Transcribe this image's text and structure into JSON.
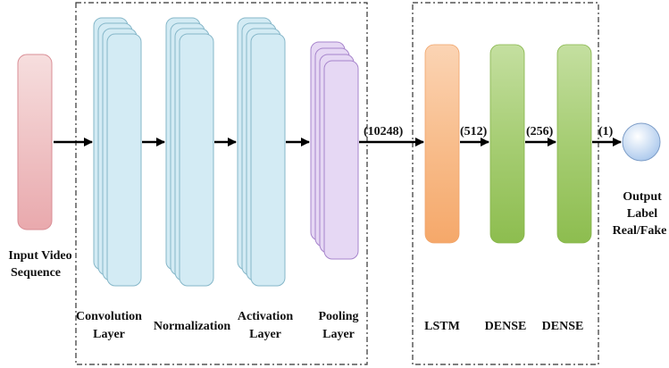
{
  "input": {
    "label_line1": "Input Video",
    "label_line2": "Sequence"
  },
  "feature_blocks": [
    {
      "label_line1": "Convolution",
      "label_line2": "Layer"
    },
    {
      "label_line1": "Normalization",
      "label_line2": ""
    },
    {
      "label_line1": "Activation",
      "label_line2": "Layer"
    },
    {
      "label_line1": "Pooling",
      "label_line2": "Layer"
    }
  ],
  "sequence_blocks": [
    {
      "label": "LSTM"
    },
    {
      "label": "DENSE"
    },
    {
      "label": "DENSE"
    }
  ],
  "dimensions": [
    "(10248)",
    "(512)",
    "(256)",
    "(1)"
  ],
  "output": {
    "label_line1": "Output",
    "label_line2": "Label",
    "label_line3": "Real/Fake"
  },
  "colors": {
    "input_top": "#f6dede",
    "input_bottom": "#e9a9ad",
    "input_stroke": "#d98d95",
    "conv_fill": "#d3ebf4",
    "conv_stroke": "#86b7c9",
    "pool_fill": "#e6d8f4",
    "pool_stroke": "#a785cc",
    "lstm_top": "#fbd4b4",
    "lstm_bottom": "#f5a86a",
    "dense_top": "#c4dfa0",
    "dense_bottom": "#8dbd4f",
    "output_top": "#ffffff",
    "output_bottom": "#a9c7ec",
    "output_stroke": "#7e9ec8"
  }
}
